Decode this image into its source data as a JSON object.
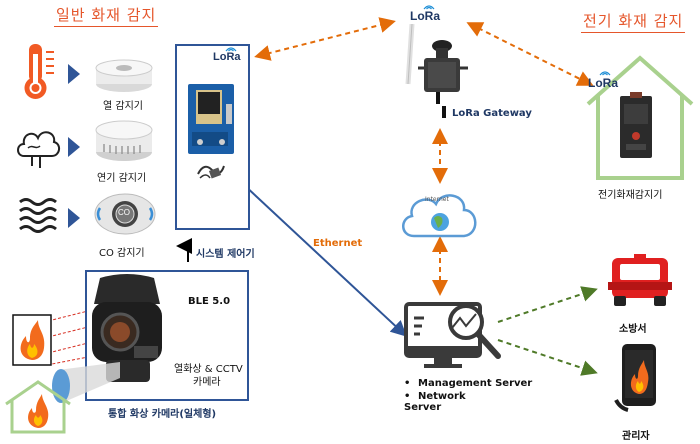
{
  "titles": {
    "general_fire": "일반 화재 감지",
    "electric_fire": "전기 화재 감지"
  },
  "sensors": {
    "heat": "열 감지기",
    "smoke": "연기 감지기",
    "co": "CO 감지기",
    "co_badge": "CO"
  },
  "controller": {
    "label": "시스템 제어기",
    "lora": "LoRa"
  },
  "camera": {
    "ble": "BLE 5.0",
    "type_line1": "열화상 & CCTV",
    "type_line2": "카메라",
    "label": "통합 화상 카메라(일체형)"
  },
  "gateway": {
    "label": "LoRa Gateway",
    "lora": "LoRa"
  },
  "internet": {
    "label": "Internet"
  },
  "electric_detector": {
    "label": "전기화재감지기",
    "lora": "LoRa"
  },
  "ethernet": {
    "label": "Ethernet"
  },
  "server": {
    "items": [
      "Management Server",
      "Network Server"
    ]
  },
  "receivers": {
    "fire_station": "소방서",
    "manager": "관리자"
  },
  "colors": {
    "accent_orange": "#e36c09",
    "line_blue": "#2f5597",
    "green_dashed": "#4f7a28",
    "house_green": "#a9d18e",
    "red_title": "#e5562b"
  }
}
